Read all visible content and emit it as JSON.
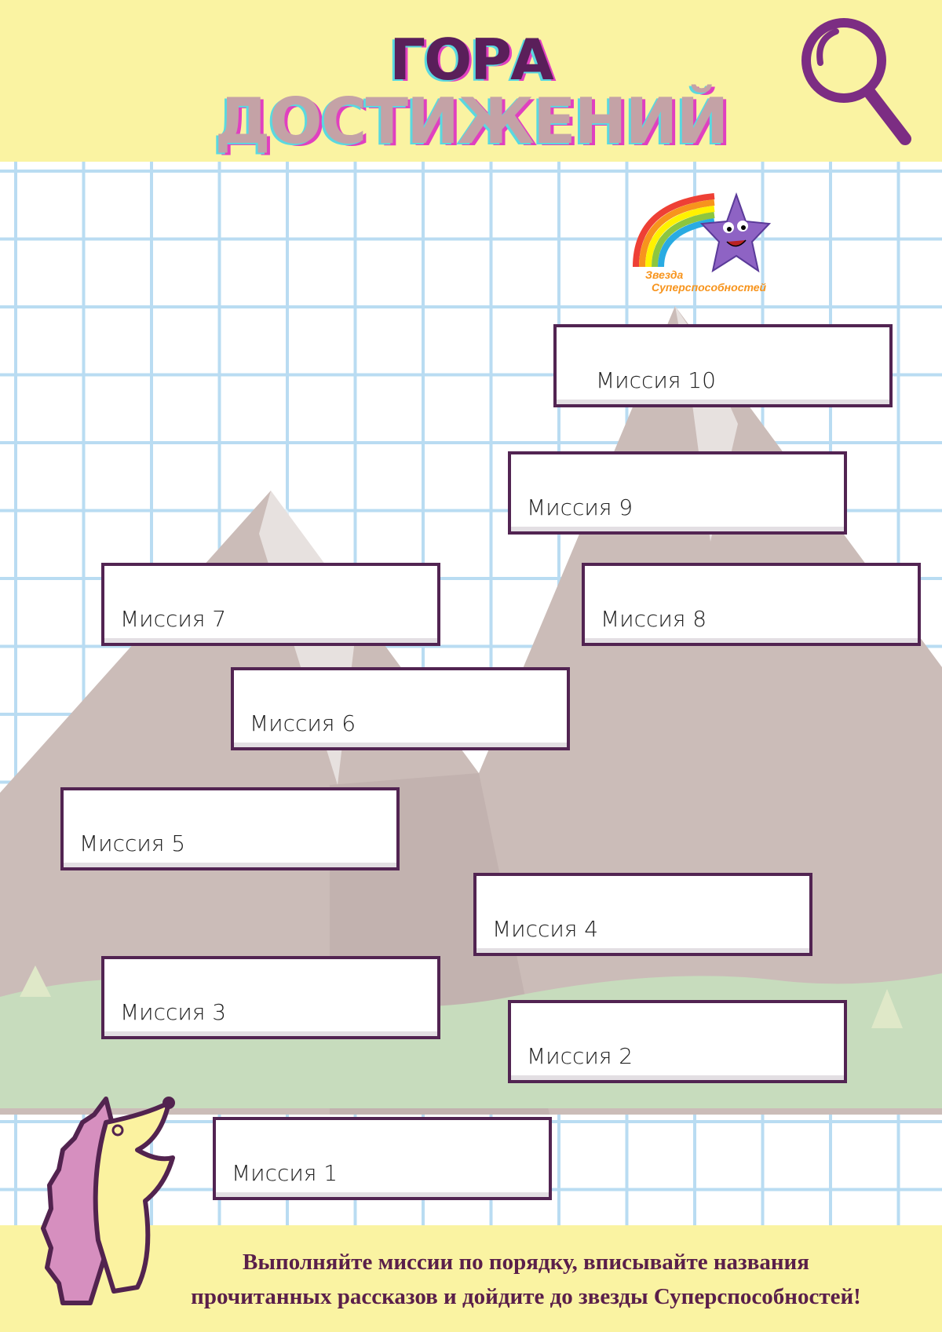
{
  "title": {
    "line1": "ГОРА",
    "line2": "ДОСТИЖЕНИЙ"
  },
  "logo": {
    "text_line1": "Звезда",
    "text_line2": "Суперспособностей"
  },
  "missions": [
    "Миссия 1",
    "Миссия 2",
    "Миссия 3",
    "Миссия 4",
    "Миссия 5",
    "Миссия 6",
    "Миссия 7",
    "Миссия 8",
    "Миссия 9",
    "Миссия 10"
  ],
  "footer": {
    "line1": "Выполняйте миссии по порядку, вписывайте названия",
    "line2": "прочитанных рассказов и дойдите до звезды Суперспособностей!"
  },
  "colors": {
    "accent": "#522452",
    "header_bg": "#faf3a2",
    "grid": "#b9dcf2",
    "mountain": "#c8b9b5"
  }
}
